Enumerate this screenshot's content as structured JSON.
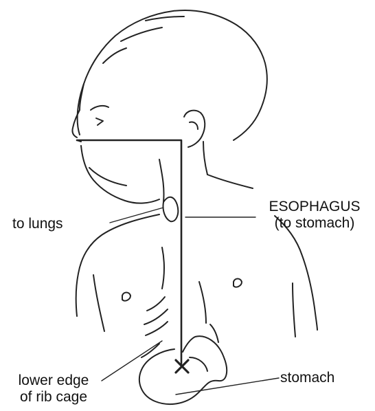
{
  "labels": {
    "esophagus_line1": "ESOPHAGUS",
    "esophagus_line2": "(to stomach)",
    "to_lungs": "to lungs",
    "stomach": "stomach",
    "rib_line1": "lower edge",
    "rib_line2": "of rib cage"
  },
  "colors": {
    "ink": "#111111",
    "background": "#ffffff"
  }
}
